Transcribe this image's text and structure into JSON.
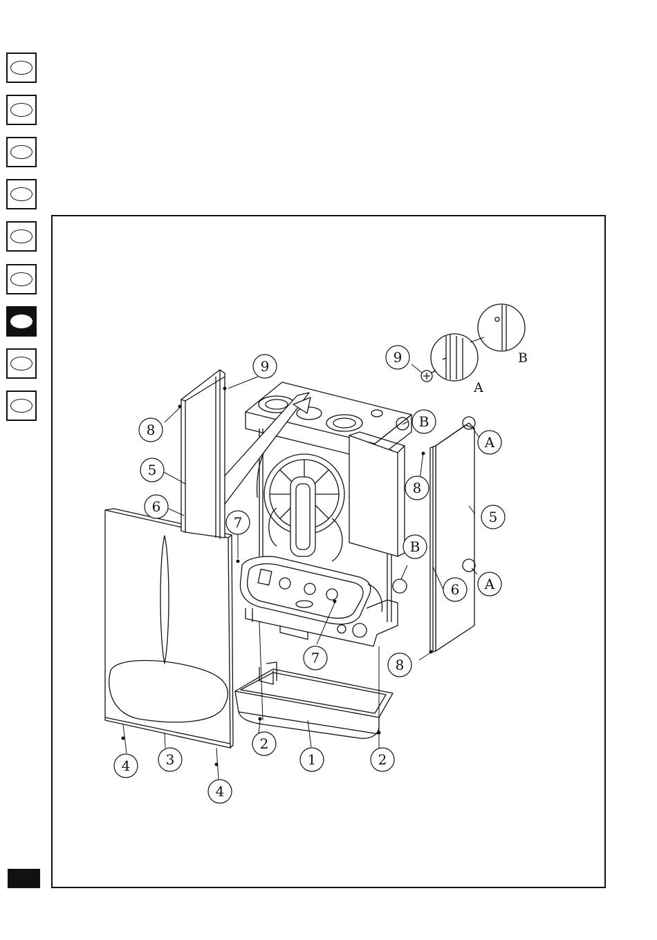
{
  "language_tabs": [
    {
      "active": false
    },
    {
      "active": false
    },
    {
      "active": false
    },
    {
      "active": false
    },
    {
      "active": false
    },
    {
      "active": false
    },
    {
      "active": true
    },
    {
      "active": false
    },
    {
      "active": false
    }
  ],
  "callouts": [
    {
      "label": "1"
    },
    {
      "label": "2"
    },
    {
      "label": "2"
    },
    {
      "label": "3"
    },
    {
      "label": "4"
    },
    {
      "label": "4"
    },
    {
      "label": "5"
    },
    {
      "label": "5"
    },
    {
      "label": "6"
    },
    {
      "label": "6"
    },
    {
      "label": "7"
    },
    {
      "label": "7"
    },
    {
      "label": "8"
    },
    {
      "label": "8"
    },
    {
      "label": "8"
    },
    {
      "label": "9"
    },
    {
      "label": "9"
    },
    {
      "label": "A"
    },
    {
      "label": "A"
    },
    {
      "label": "B"
    },
    {
      "label": "B"
    }
  ],
  "detail_labels": {
    "a": "A",
    "b": "B"
  },
  "colors": {
    "ink": "#111111",
    "panel_fill": "#ffffff",
    "tab_active": "#111111"
  }
}
